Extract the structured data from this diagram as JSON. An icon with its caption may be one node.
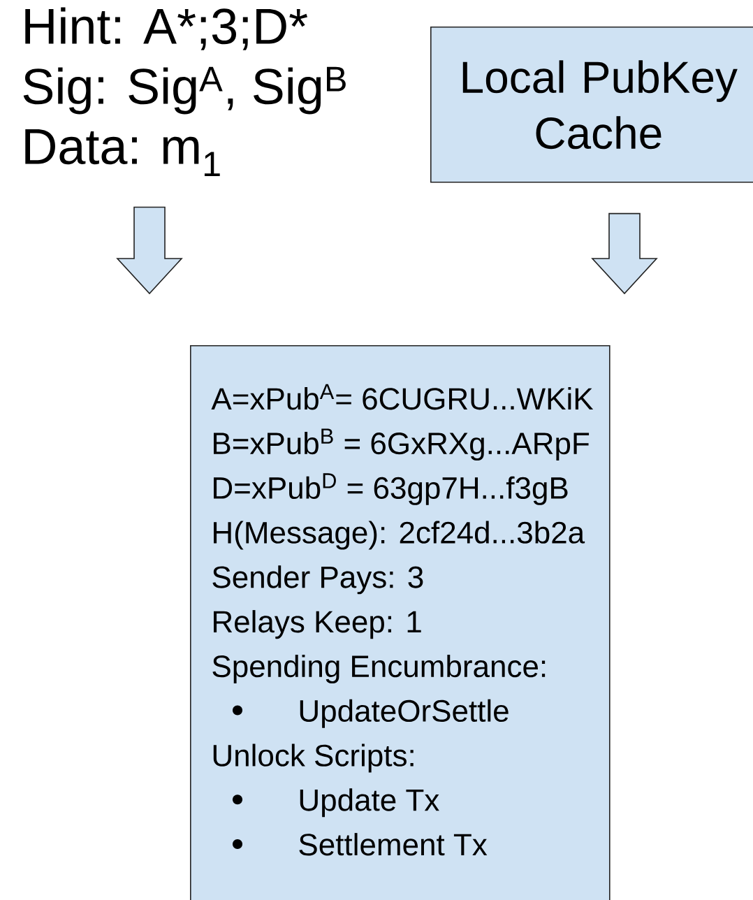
{
  "diagram": {
    "nodes": [
      {
        "text": [
          "Hint: A*;3;D*",
          "Sig: Sig$^{A}$, Sig$^{B}$",
          "Data: m$_{1}$"
        ]
      },
      {
        "text": [
          "Local PubKey Cache"
        ]
      },
      {
        "text": [
          "A=xPub$^{A}$= 6CUGRU...WKiK",
          "B=xPub$^{B}$ = 6GxRXg...ARpF",
          "D=xPub$^{D}$ = 63gp7H...f3gB",
          "H(Message): 2cf24d...3b2a",
          "Sender Pays: 3",
          "Relays Keep: 1",
          "Spending Encumbrance:",
          "UpdateOrSettle",
          "Unlock Scripts:",
          "Update Tx",
          "Settlement Tx"
        ]
      }
    ],
    "edges": [
      {
        "from": 0,
        "to": 2,
        "arrow": "to"
      },
      {
        "from": 1,
        "to": 2,
        "arrow": "to"
      }
    ]
  }
}
